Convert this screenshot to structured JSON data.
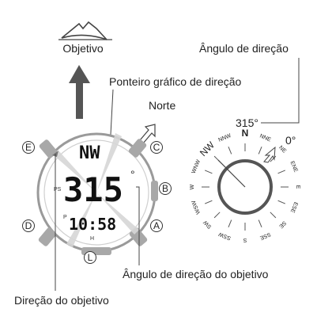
{
  "labels": {
    "objective": "Objetivo",
    "graphic_pointer": "Ponteiro gráfico de direção",
    "north": "Norte",
    "direction_angle": "Ângulo de direção",
    "objective_angle": "Ângulo de direção do objetivo",
    "objective_direction": "Direção do objetivo"
  },
  "watch": {
    "direction": "NW",
    "angle": "315",
    "degree_sign": "°",
    "time": "10:58",
    "small_ps": "PS",
    "small_h": "H",
    "small_p": "P",
    "buttons": {
      "A": "A",
      "B": "B",
      "C": "C",
      "D": "D",
      "E": "E",
      "L": "L"
    }
  },
  "compass": {
    "angle_value": "315°",
    "zero_label": "0°",
    "pointer_angle_deg": 315,
    "points": [
      "N",
      "NNE",
      "NE",
      "ENE",
      "E",
      "ESE",
      "SE",
      "SSE",
      "S",
      "SSW",
      "SW",
      "WSW",
      "W",
      "WNW",
      "NW",
      "NNW"
    ]
  },
  "colors": {
    "arrow": "#555555",
    "bezel": "#9a9a9a",
    "button": "#a8a8a8",
    "line": "#444444"
  }
}
